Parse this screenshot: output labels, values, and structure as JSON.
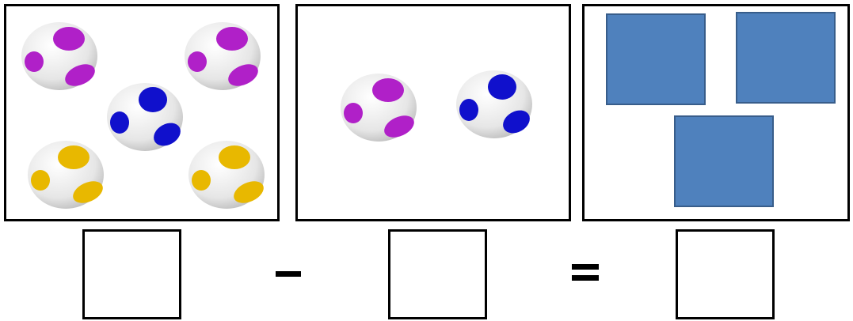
{
  "colors": {
    "egg_shell": "#ececec",
    "purple_spots": "#b020c8",
    "blue_spots": "#1010cc",
    "yellow_spots": "#e8b800",
    "square_fill": "#4F81BD",
    "square_border": "#385D8A",
    "border": "#000000"
  },
  "panels": [
    {
      "eggs": [
        "purple-egg",
        "purple-egg",
        "blue-egg",
        "yellow-egg",
        "yellow-egg"
      ]
    },
    {
      "eggs": [
        "purple-egg",
        "blue-egg"
      ]
    },
    {
      "squares": [
        "blue-square",
        "blue-square",
        "blue-square"
      ]
    }
  ],
  "equation": {
    "operators": [
      "minus",
      "equals"
    ],
    "answer_boxes": [
      "",
      "",
      ""
    ]
  }
}
